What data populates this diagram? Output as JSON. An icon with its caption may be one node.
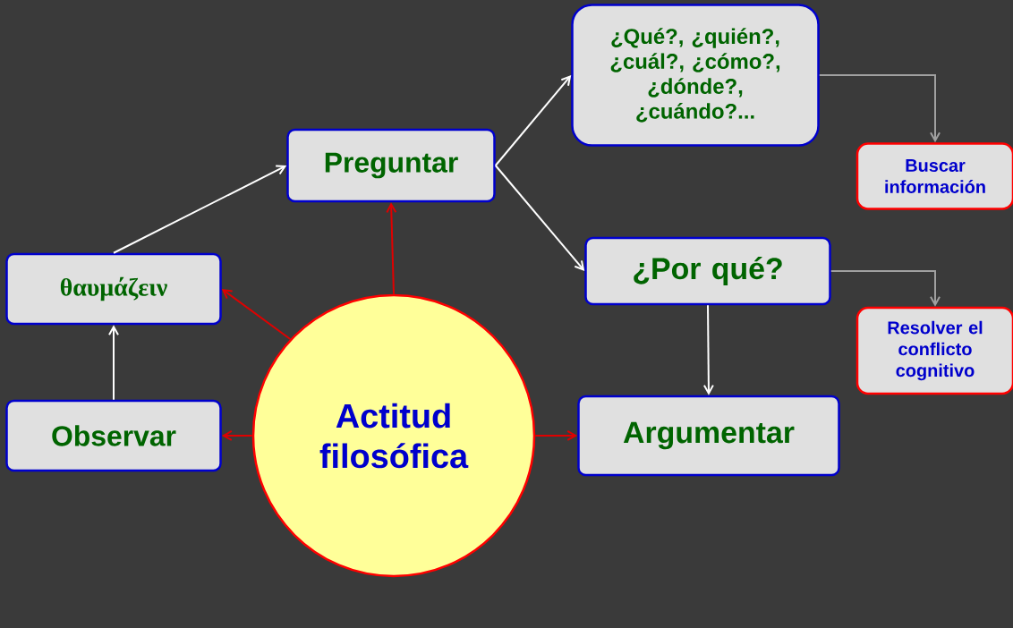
{
  "diagram": {
    "nodes": [
      {
        "text": [
          "Preguntar"
        ]
      },
      {
        "text": [
          "¿Qué?, ¿quién?, ¿cuál?, ¿cómo?, ¿dónde?, ¿cuándo?..."
        ]
      },
      {
        "text": [
          "Buscar información"
        ]
      },
      {
        "text": [
          "θαυμάζειν"
        ]
      },
      {
        "text": [
          "¿Por qué?"
        ]
      },
      {
        "text": [
          "Resolver el conflicto cognitivo"
        ]
      },
      {
        "text": [
          "Observar"
        ]
      },
      {
        "text": [
          "Actitud filosófica"
        ]
      },
      {
        "text": [
          "Argumentar"
        ]
      }
    ],
    "edges": [
      {
        "from": 3,
        "to": 0,
        "arrow": "to"
      },
      {
        "from": 0,
        "to": 1,
        "arrow": "to"
      },
      {
        "from": 0,
        "to": 4,
        "arrow": "to"
      },
      {
        "from": 1,
        "to": 2,
        "arrow": "to",
        "color": "#a0a0a0"
      },
      {
        "from": 4,
        "to": 5,
        "arrow": "to",
        "color": "#a0a0a0"
      },
      {
        "from": 6,
        "to": 3,
        "arrow": "to"
      },
      {
        "from": 4,
        "to": 8,
        "arrow": "to"
      },
      {
        "from": 7,
        "to": 3,
        "arrow": "to",
        "color": "#e00000"
      },
      {
        "from": 7,
        "to": 0,
        "arrow": "to",
        "color": "#e00000"
      },
      {
        "from": 7,
        "to": 6,
        "arrow": "to",
        "color": "#e00000"
      },
      {
        "from": 7,
        "to": 8,
        "arrow": "to",
        "color": "#e00000"
      }
    ]
  }
}
